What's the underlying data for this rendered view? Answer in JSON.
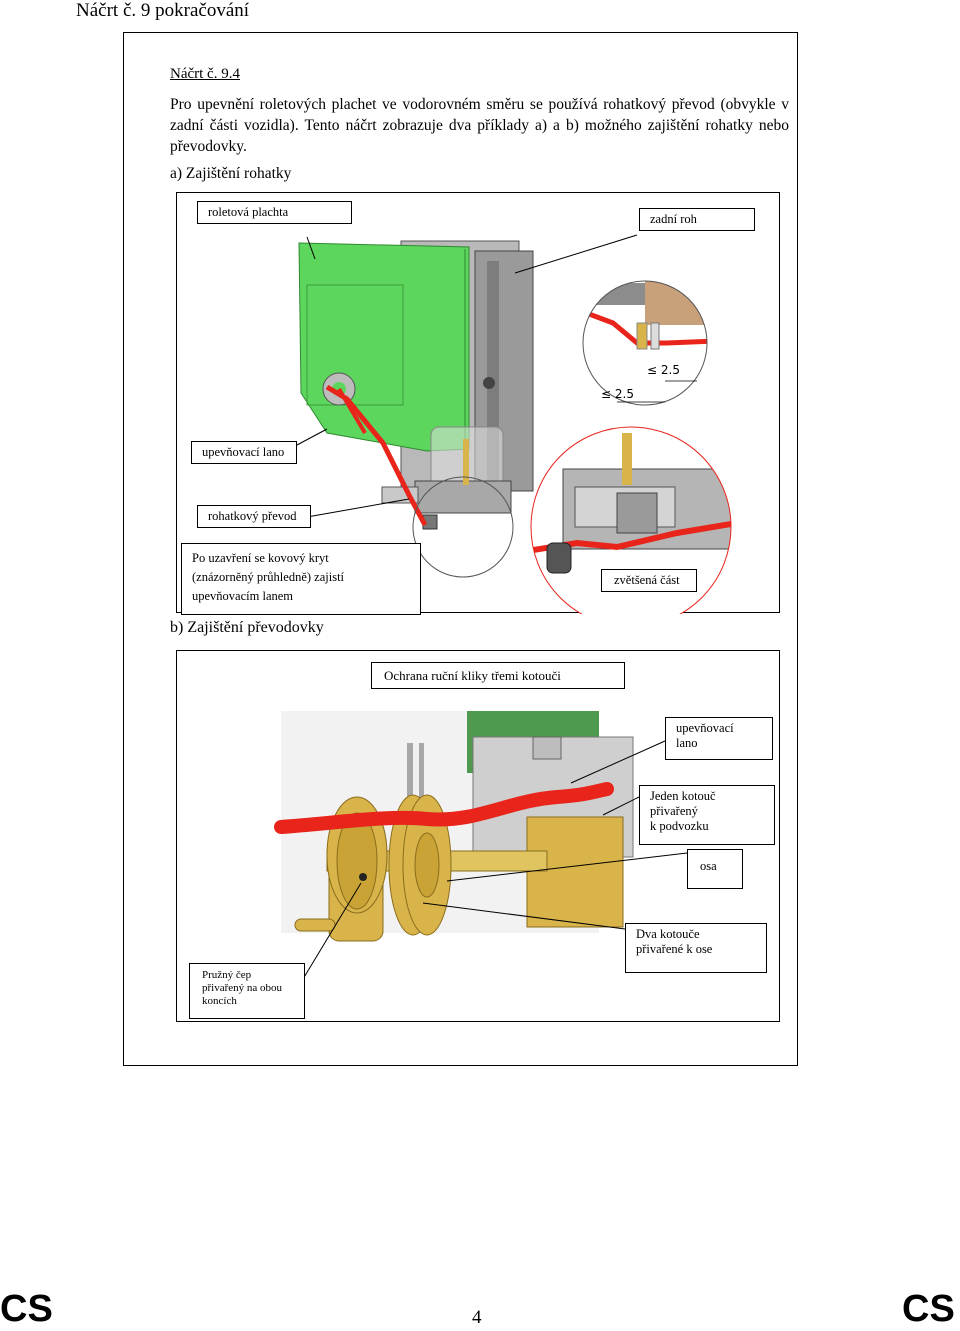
{
  "header": {
    "title": "Náčrt č. 9 pokračování"
  },
  "content": {
    "subtitle": "Náčrt č. 9.4",
    "paragraph": "Pro upevnění roletových plachet ve vodorovném směru se používá rohatkový převod (obvykle v zadní části vozidla). Tento náčrt zobrazuje dva příklady a) a b) možného zajištění rohatky nebo převodovky.",
    "section_a": "a)  Zajištění rohatky",
    "section_b": "b)  Zajištění převodovky"
  },
  "figure_a": {
    "labels": {
      "roletova_plachta": "roletová plachta",
      "zadni_roh": "zadní roh",
      "upevnovaci_lano": "upevňovací lano",
      "rohatkovy_prevod": "rohatkový převod",
      "kryt_line1": "Po uzavření se kovový kryt",
      "kryt_line2": "(znázorněný průhledně) zajistí",
      "kryt_line3": "upevňovacím lanem",
      "zvetsena_cast": "zvětšená část"
    },
    "dimensions": {
      "dim1": "≤ 2.5",
      "dim2": "≤ 2.5"
    }
  },
  "figure_b": {
    "labels": {
      "ochrana": "Ochrana ruční kliky třemi kotouči",
      "upevnovaci_lano_1": "upevňovací",
      "upevnovaci_lano_2": "lano",
      "jeden_kotouc_1": "Jeden kotouč",
      "jeden_kotouc_2": "přivařený",
      "jeden_kotouc_3": "k podvozku",
      "osa": "osa",
      "dva_kotouce_1": "Dva kotouče",
      "dva_kotouce_2": "přivařené k ose",
      "pruzny_cep_1": "Pružný čep",
      "pruzny_cep_2": "přivařený na obou",
      "pruzny_cep_3": "koncích"
    }
  },
  "footer": {
    "left": "CS",
    "page": "4",
    "right": "CS"
  },
  "colors": {
    "tarp": "#5cd65c",
    "rope": "#e8241b",
    "brass": "#d8b44a",
    "metal": "#9a9a9a"
  }
}
